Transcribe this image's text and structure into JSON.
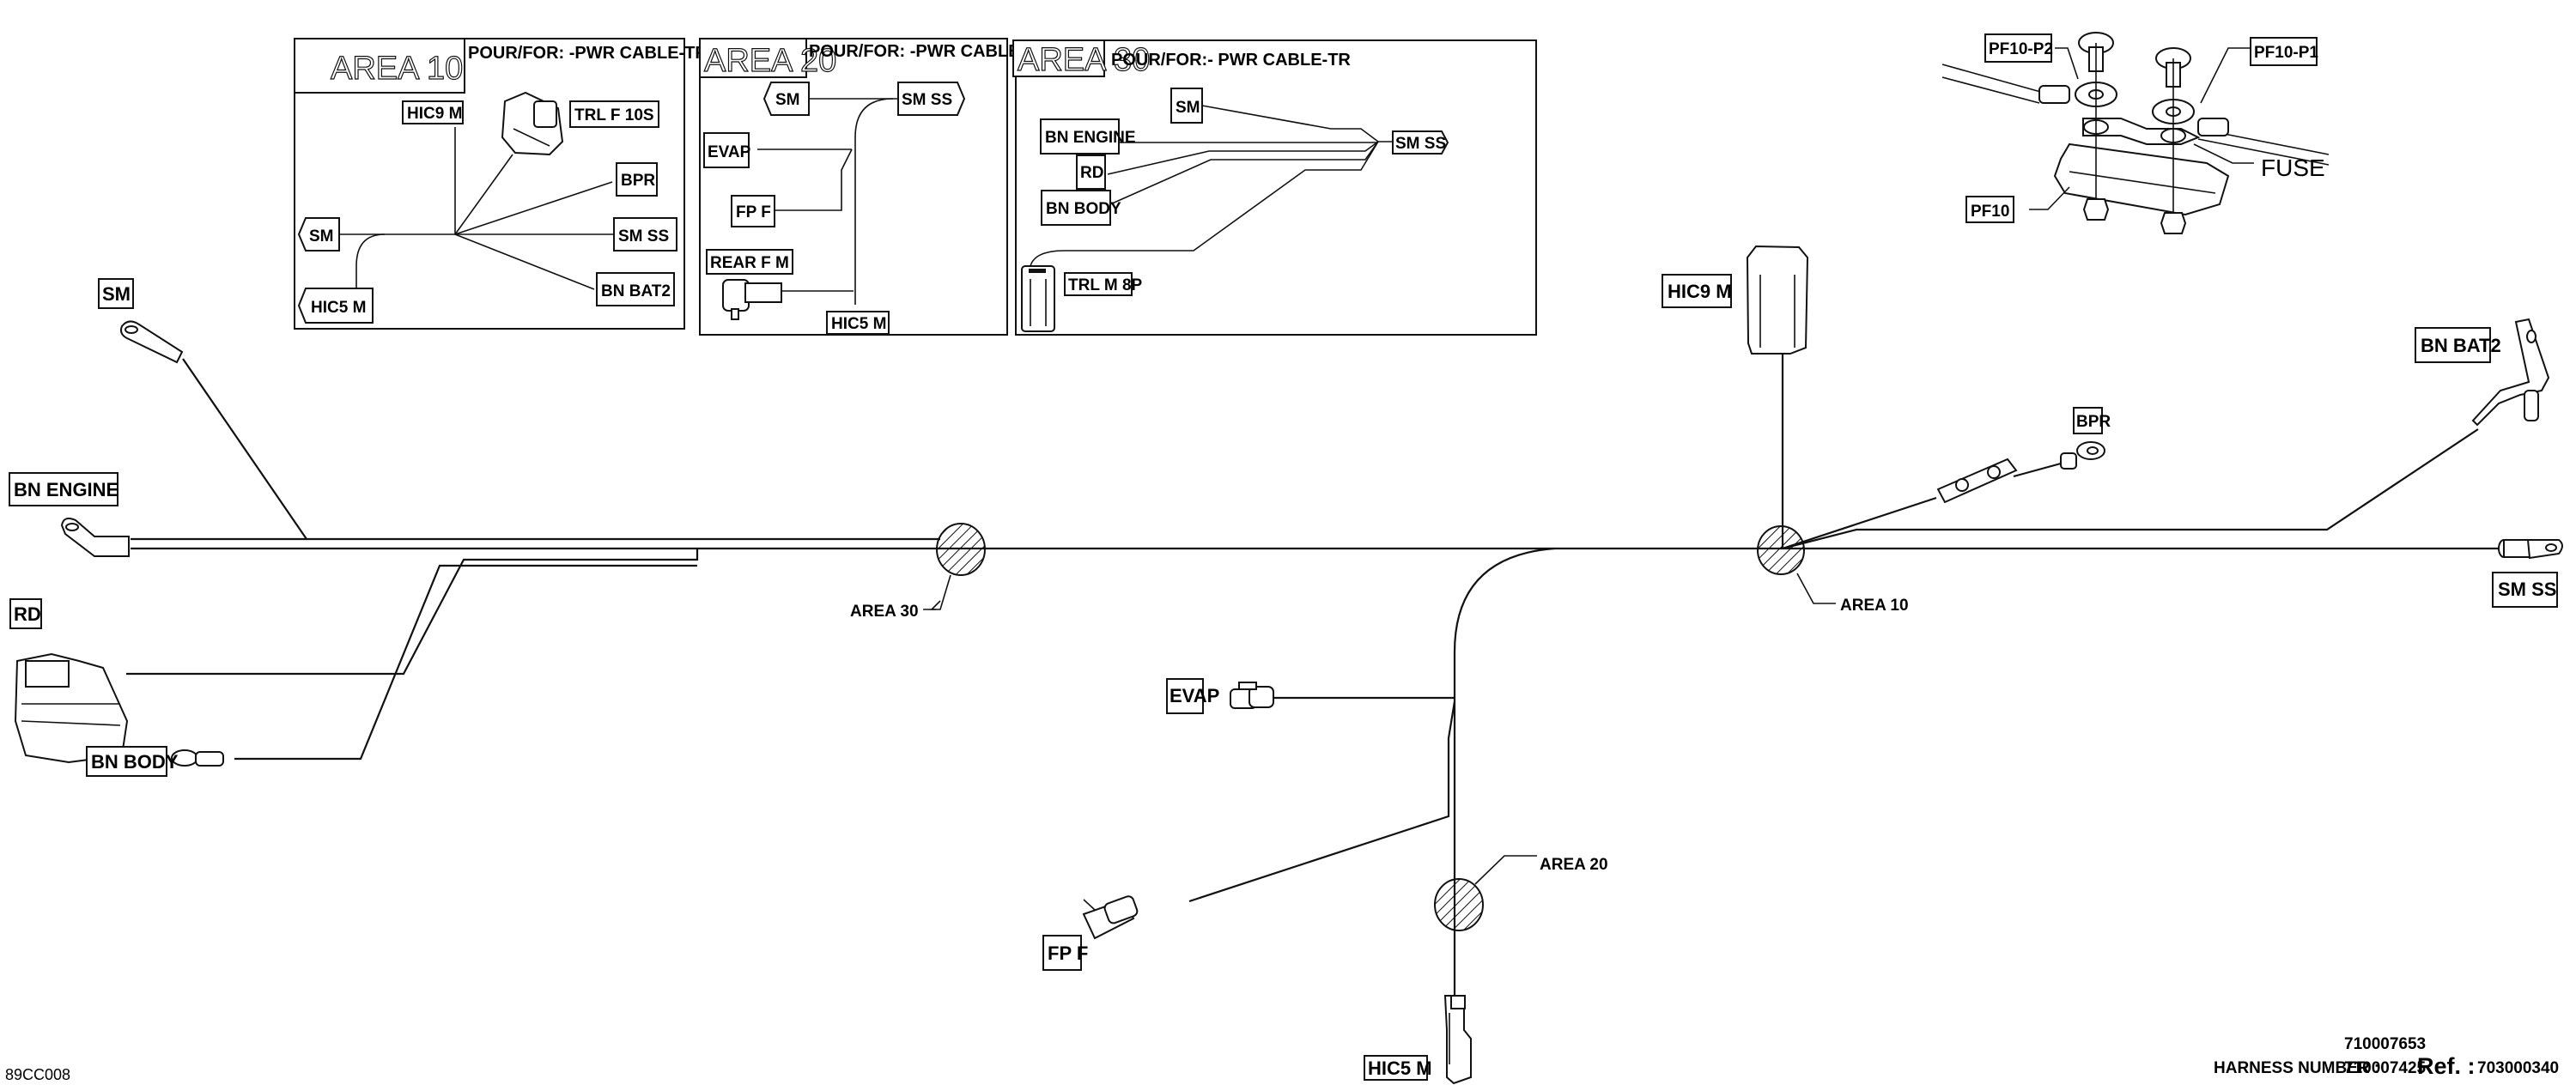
{
  "drawing": {
    "code": "89CC008",
    "harness_number_label": "HARNESS NUMBER :",
    "harness_numbers": [
      "710007653",
      "710007425"
    ],
    "ref_label": "Ref. :",
    "ref_number": "703000340"
  },
  "detail_panels": [
    {
      "title": "AREA 10",
      "applies_to": "POUR/FOR: -PWR CABLE-TR",
      "labels": [
        "HIC9 M",
        "TRL F 10S",
        "BPR",
        "SM",
        "SM SS",
        "HIC5 M",
        "BN BAT2"
      ]
    },
    {
      "title": "AREA 20",
      "applies_to": "POUR/FOR: -PWR CABLE-TR",
      "labels": [
        "SM",
        "SM SS",
        "EVAP",
        "FP F",
        "REAR F M",
        "HIC5 M"
      ]
    },
    {
      "title": "AREA 30",
      "applies_to": "POUR/FOR:- PWR CABLE-TR",
      "labels": [
        "SM",
        "BN ENGINE",
        "RD",
        "BN BODY",
        "SM SS",
        "TRL M 8P"
      ]
    }
  ],
  "fuse_detail": {
    "labels": [
      "PF10-P2",
      "PF10-P1",
      "FUSE",
      "PF10"
    ]
  },
  "connectors": {
    "sm": "SM",
    "bn_engine": "BN ENGINE",
    "rd": "RD",
    "bn_body": "BN BODY",
    "hic9_m": "HIC9 M",
    "bpr": "BPR",
    "bn_bat2": "BN BAT2",
    "sm_ss": "SM SS",
    "evap": "EVAP",
    "fp_f": "FP F",
    "hic5_m": "HIC5 M"
  },
  "area_markers": {
    "area10": "AREA 10",
    "area20": "AREA 20",
    "area30": "AREA 30"
  }
}
